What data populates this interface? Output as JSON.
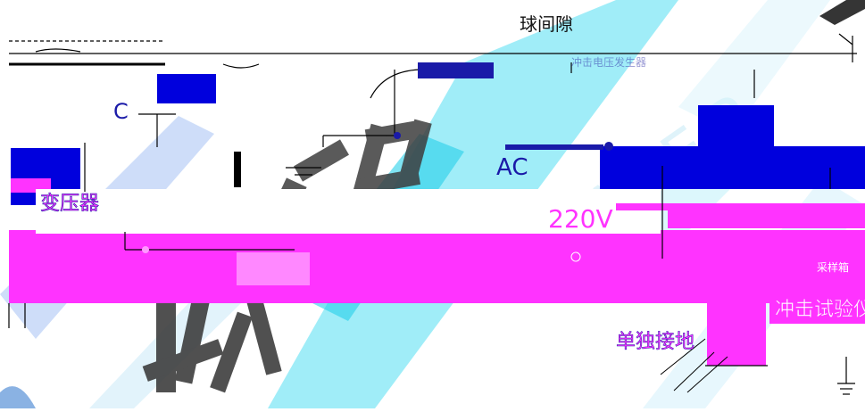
{
  "labels": {
    "ball_gap": "球间隙",
    "c_label": "C",
    "transformer_label": "变压器",
    "ac_label": "AC",
    "voltage_label": "220V",
    "single_ground": "单独接地",
    "sample_box": "采样箱",
    "impulse_tester": "冲击试验仪",
    "watermark_text": "POWER",
    "faint_top_text": "冲击电压发生器"
  },
  "colors": {
    "magenta": "#ff33ff",
    "blue": "#0000dd",
    "watermark_cyan": "#2fd6ee",
    "wire": "#000000",
    "dark_blue": "#1a1aa8"
  }
}
